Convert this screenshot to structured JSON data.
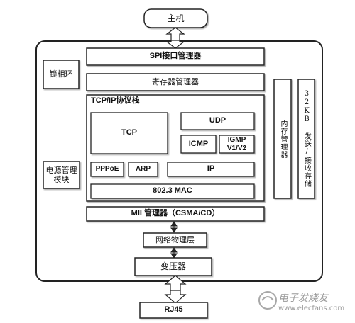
{
  "diagram": {
    "host": "主机",
    "spi": "SPI接口管理器",
    "pll": "锁相环",
    "register_mgr": "寄存器管理器",
    "stack_title": "TCP/IP协议栈",
    "tcp": "TCP",
    "udp": "UDP",
    "icmp": "ICMP",
    "igmp": "IGMP V1/V2",
    "pppoe": "PPPoE",
    "arp": "ARP",
    "ip": "IP",
    "mac": "802.3 MAC",
    "power": "电源管理模块",
    "memory_mgr": "内存管理器",
    "buffer": "32KB 发送/接收存储",
    "mii": "MII 管理器（CSMA/CD）",
    "phy": "网络物理层",
    "transformer": "变压器",
    "rj45": "RJ45"
  },
  "watermark": {
    "brand": "电子发烧友",
    "url": "www.elecfans.com"
  }
}
